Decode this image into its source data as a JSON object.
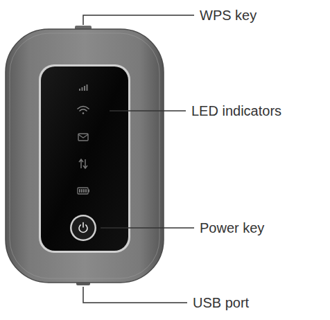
{
  "diagram": {
    "labels": [
      "WPS key",
      "LED indicators",
      "Power key",
      "USB port"
    ]
  }
}
